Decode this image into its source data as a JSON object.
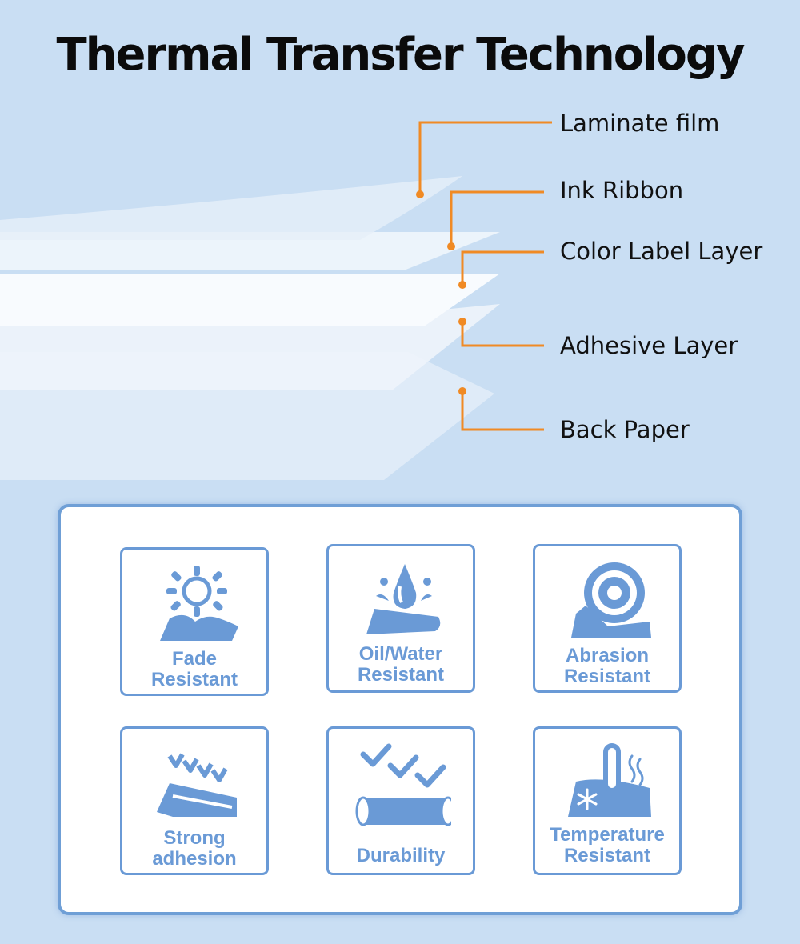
{
  "title": "Thermal Transfer Technology",
  "layers": [
    {
      "label": "Laminate film"
    },
    {
      "label": "Ink Ribbon"
    },
    {
      "label": "Color Label Layer"
    },
    {
      "label": "Adhesive Layer"
    },
    {
      "label": "Back Paper"
    }
  ],
  "colors": {
    "background": "#c9def3",
    "accent_orange": "#f08a24",
    "icon_blue": "#6a9ad6",
    "panel_border": "#6f9fd6"
  },
  "features": [
    {
      "line1": "Fade",
      "line2": "Resistant",
      "icon": "sun-icon"
    },
    {
      "line1": "Oil/Water",
      "line2": "Resistant",
      "icon": "water-drop-icon"
    },
    {
      "line1": "Abrasion",
      "line2": "Resistant",
      "icon": "wheel-icon"
    },
    {
      "line1": "Strong",
      "line2": "adhesion",
      "icon": "adhesion-icon"
    },
    {
      "line1": "Durability",
      "line2": "",
      "icon": "tube-check-icon"
    },
    {
      "line1": "Temperature",
      "line2": "Resistant",
      "icon": "thermometer-icon"
    }
  ]
}
